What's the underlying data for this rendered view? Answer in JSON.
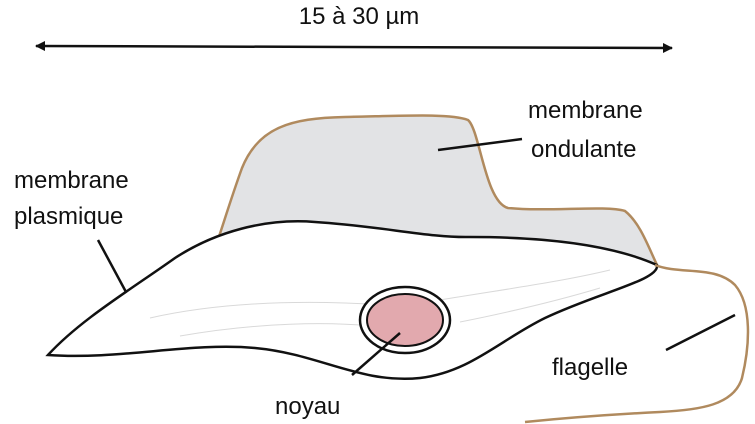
{
  "diagram": {
    "scale_label": "15 à 30 µm",
    "labels": {
      "membrane_ondulante_line1": "membrane",
      "membrane_ondulante_line2": "ondulante",
      "membrane_plasmique_line1": "membrane",
      "membrane_plasmique_line2": "plasmique",
      "noyau": "noyau",
      "flagelle": "flagelle"
    },
    "colors": {
      "outline": "#111111",
      "flagellum": "#b08a5e",
      "undulating_membrane_fill": "#e2e3e5",
      "nucleus_fill": "#e2a9ae",
      "background": "#ffffff"
    }
  }
}
